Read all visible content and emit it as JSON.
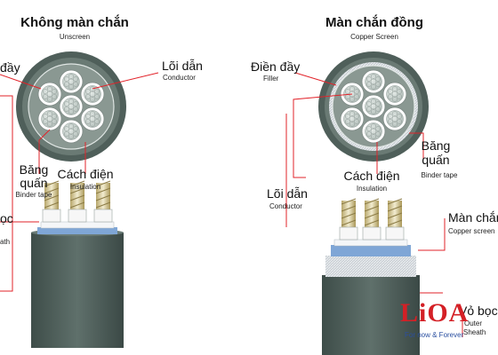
{
  "left": {
    "title": "Không màn chắn",
    "subtitle": "Unscreen",
    "filler_label": "đầy",
    "conductor_label": "Lõi dẫn",
    "conductor_sub": "Conductor",
    "binder_label_1": "Băng",
    "binder_label_2": "quấn",
    "binder_sub": "Binder tape",
    "insulation_label": "Cách điện",
    "insulation_sub": "Insulation",
    "sheath_label": "ọc",
    "sheath_sub": "ath"
  },
  "right": {
    "title": "Màn chắn đồng",
    "subtitle": "Copper Screen",
    "filler_label": "Điền đầy",
    "filler_sub": "Filler",
    "binder_label_1": "Băng",
    "binder_label_2": "quấn",
    "binder_sub": "Binder tape",
    "insulation_label": "Cách điện",
    "insulation_sub": "Insulation",
    "conductor_label": "Lõi dẫn",
    "conductor_sub": "Conductor",
    "screen_label": "Màn chắn",
    "screen_sub": "Copper screen",
    "sheath_label": "Vỏ bọc",
    "sheath_sub_1": "Outer",
    "sheath_sub_2": "Sheath"
  },
  "brand": {
    "name": "LiOA",
    "slogan": "For now & Forever"
  },
  "colors": {
    "leader_line": "#e2232a",
    "sheath": "#4a5b56",
    "insulation": "#ffffff",
    "strand": "#c9d4cf",
    "copper_screen": "#b8c4ce",
    "binder_tape": "#7fa6d6",
    "brand_red": "#d42026"
  }
}
